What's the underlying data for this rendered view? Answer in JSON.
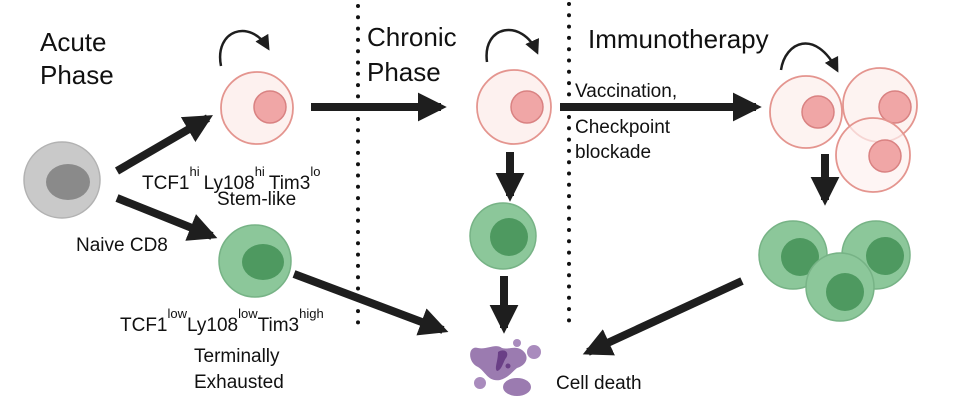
{
  "phases": {
    "acute": [
      "Acute",
      "Phase"
    ],
    "chronic": [
      "Chronic",
      "Phase"
    ],
    "immunotherapy": "Immunotherapy"
  },
  "naive": {
    "label": "Naive CD8"
  },
  "stem_like": {
    "markers": [
      {
        "name": "TCF1",
        "level": "hi"
      },
      {
        "name": "Ly108",
        "level": "hi"
      },
      {
        "name": "Tim3",
        "level": "lo"
      }
    ],
    "label": "Stem-like"
  },
  "terminal": {
    "markers": [
      {
        "name": "TCF1",
        "level": "low"
      },
      {
        "name": "Ly108",
        "level": "low"
      },
      {
        "name": "Tim3",
        "level": "high"
      }
    ],
    "label": [
      "Terminally",
      "Exhausted"
    ]
  },
  "treatment": [
    "Vaccination,",
    "Checkpoint",
    "blockade"
  ],
  "cell_death": "Cell death",
  "colors": {
    "naive_cell": "#c9c9c9",
    "naive_nucleus": "#8a8a8a",
    "stem_cell_fill": "#fdf1ef",
    "stem_cell_stroke": "#e4958f",
    "stem_nucleus": "#f0a6a6",
    "exhausted_cell": "#8cc79a",
    "exhausted_nucleus": "#4e9960",
    "dead_cell": "#9b7bb0",
    "dead_core": "#6a3f86",
    "arrow": "#1e1e1e"
  }
}
